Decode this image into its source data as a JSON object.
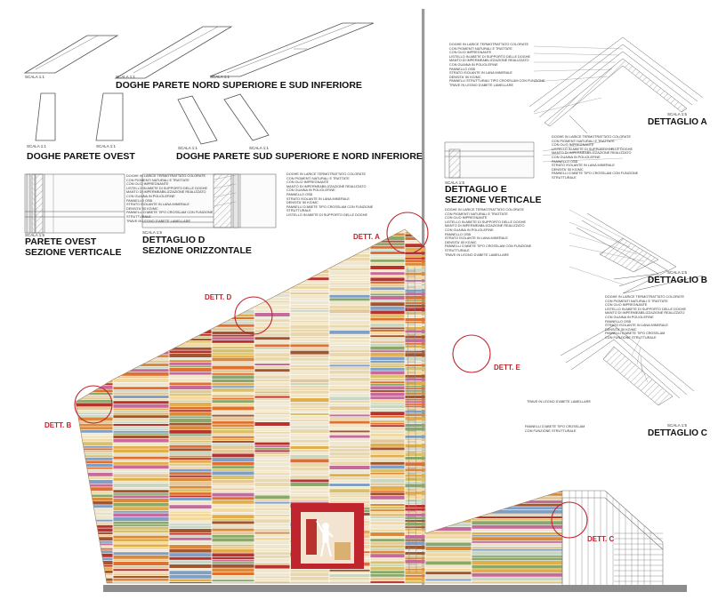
{
  "colors": {
    "accent_red": "#c0242c",
    "line": "#555555",
    "stripe_palette": [
      "#e3c89a",
      "#d98a3a",
      "#b8322e",
      "#e2ae4a",
      "#c8d6c2",
      "#7f9fc4",
      "#e5e0c8",
      "#a3562e",
      "#d9c06a",
      "#c56a9a",
      "#f0e6cc",
      "#8aa86a",
      "#e07030",
      "#f2d9a0"
    ]
  },
  "titles": {
    "doghe_nord_sud": "DOGHE PARETE NORD SUPERIORE E SUD INFERIORE",
    "doghe_ovest": "DOGHE PARETE OVEST",
    "doghe_sud_nord": "DOGHE PARETE SUD SUPERIORE E NORD INFERIORE",
    "parete_ovest_1": "PARETE OVEST",
    "parete_ovest_2": "SEZIONE VERTICALE",
    "dett_d_1": "DETTAGLIO D",
    "dett_d_2": "SEZIONE ORIZZONTALE",
    "dett_e_1": "DETTAGLIO E",
    "dett_e_2": "SEZIONE VERTICALE",
    "dett_a": "DETTAGLIO A",
    "dett_b": "DETTAGLIO B",
    "dett_c": "DETTAGLIO C"
  },
  "scales": {
    "s11": "SCALA 1:1",
    "s15": "SCALA 1:5"
  },
  "markers": {
    "a": "DETT. A",
    "b": "DETT. B",
    "c": "DETT. C",
    "d": "DETT. D",
    "e": "DETT. E"
  },
  "notes": {
    "a": [
      "DOGHE IN LARICE TERMOTRATTATO COLORATE",
      "CON PIGMENTI NATURALI E TRATTATE",
      "CON OLIO IMPREGNANTE",
      "LISTELLO IN ABETE DI SUPPORTO DELLE DOGHE",
      "MANTO DI IMPERMEABILIZZAZIONE REALIZZATO",
      "CON GUAINA IN POLIOLEFINE",
      "PANNELLO OSB",
      "STRATO ISOLANTE IN LANA MINERALE",
      "DENSITA' 50 KG/MC",
      "PANNELLI STRUTTURALI TIPO CROSSLAM CON FUNZIONE",
      "TRAVE IN LEGNO D'ABETE LAMELLARE"
    ],
    "e": [
      "DOGHE IN LARICE TERMOTRATTATO COLORATE",
      "CON PIGMENTI NATURALI E TRATTATE",
      "CON OLIO IMPREGNANTE",
      "LISTELLO IN ABETE DI SUPPORTO DELLE DOGHE",
      "MANTO DI IMPERMEABILIZZAZIONE REALIZZATO",
      "CON GUAINA IN POLIOLEFINE",
      "PANNELLO OSB",
      "STRATO ISOLANTE IN LANA MINERALE",
      "DENSITA' 50 KG/MC",
      "PANNELLI D'ABETE TIPO CROSSLAM CON FUNZIONE",
      "STRUTTURALE"
    ],
    "b": [
      "DOGHE IN LARICE TERMOTRATTATO COLORATE",
      "CON PIGMENTI NATURALI E TRATTATE",
      "CON OLIO IMPREGNANTE",
      "LISTELLO IN ABETE DI SUPPORTO DELLE DOGHE",
      "MANTO DI IMPERMEABILIZZAZIONE REALIZZATO",
      "CON GUAINA IN POLIOLEFINE",
      "PANNELLO OSB",
      "STRATO ISOLANTE IN LANA MINERALE",
      "DENSITA' 50 KG/MC",
      "PANNELLI D'ABETE TIPO CROSSLAM CON FUNZIONE",
      "STRUTTURALE",
      "TRAVE IN LEGNO D'ABETE LAMELLARE"
    ],
    "c": [
      "DOGHE IN LARICE TERMOTRATTATO COLORATE",
      "CON PIGMENTI NATURALI E TRATTATE",
      "CON OLIO IMPREGNANTE",
      "LISTELLO IN ABETE DI SUPPORTO DELLE DOGHE",
      "MANTO DI IMPERMEABILIZZAZIONE REALIZZATO",
      "CON GUAINA IN POLIOLEFINE",
      "PANNELLO OSB",
      "STRATO ISOLANTE IN LANA MINERALE",
      "DENSITA' 50 KG/MC",
      "PANNELLI D'ABETE TIPO CROSSLAM",
      "CON FUNZIONE STRUTTURALE"
    ],
    "c2": [
      "TRAVE IN LEGNO D'ABETE LAMELLARE"
    ],
    "c3": [
      "PANNELLI D'ABETE TIPO CROSSLAM",
      "CON FUNZIONE STRUTTURALE"
    ],
    "parete": [
      "DOGHE IN LARICE TERMOTRATTATO COLORATE",
      "CON PIGMENTI NATURALI E TRATTATE",
      "CON OLIO IMPREGNANTE",
      "LISTELLO IN ABETE DI SUPPORTO DELLE DOGHE",
      "MANTO DI IMPERMEABILIZZAZIONE REALIZZATO",
      "CON GUAINA IN POLIOLEFINE",
      "PANNELLO OSB",
      "STRATO ISOLANTE IN LANA MINERALE",
      "DENSITA' 50 KG/MC",
      "PANNELLI D'ABETE TIPO CROSSLAM CON FUNZIONE",
      "STRUTTURALE",
      "TRAVE IN LEGNO D'ABETE LAMELLARE"
    ],
    "d": [
      "DOGHE IN LARICE TERMOTRATTATO COLORATE",
      "CON PIGMENTI NATURALI E TRATTATE",
      "CON OLIO IMPREGNANTE",
      "MANTO DI IMPERMEABILIZZAZIONE REALIZZATO",
      "CON GUAINA IN POLIOLEFINE",
      "PANNELLO OSB",
      "STRATO ISOLANTE IN LANA MINERALE",
      "DENSITA' 50 KG/MC",
      "PANNELLI D'ABETE TIPO CROSSLAM CON FUNZIONE",
      "STRUTTURALE",
      "LISTELLO IN ABETE DI SUPPORTO DELLE DOGHE"
    ]
  }
}
